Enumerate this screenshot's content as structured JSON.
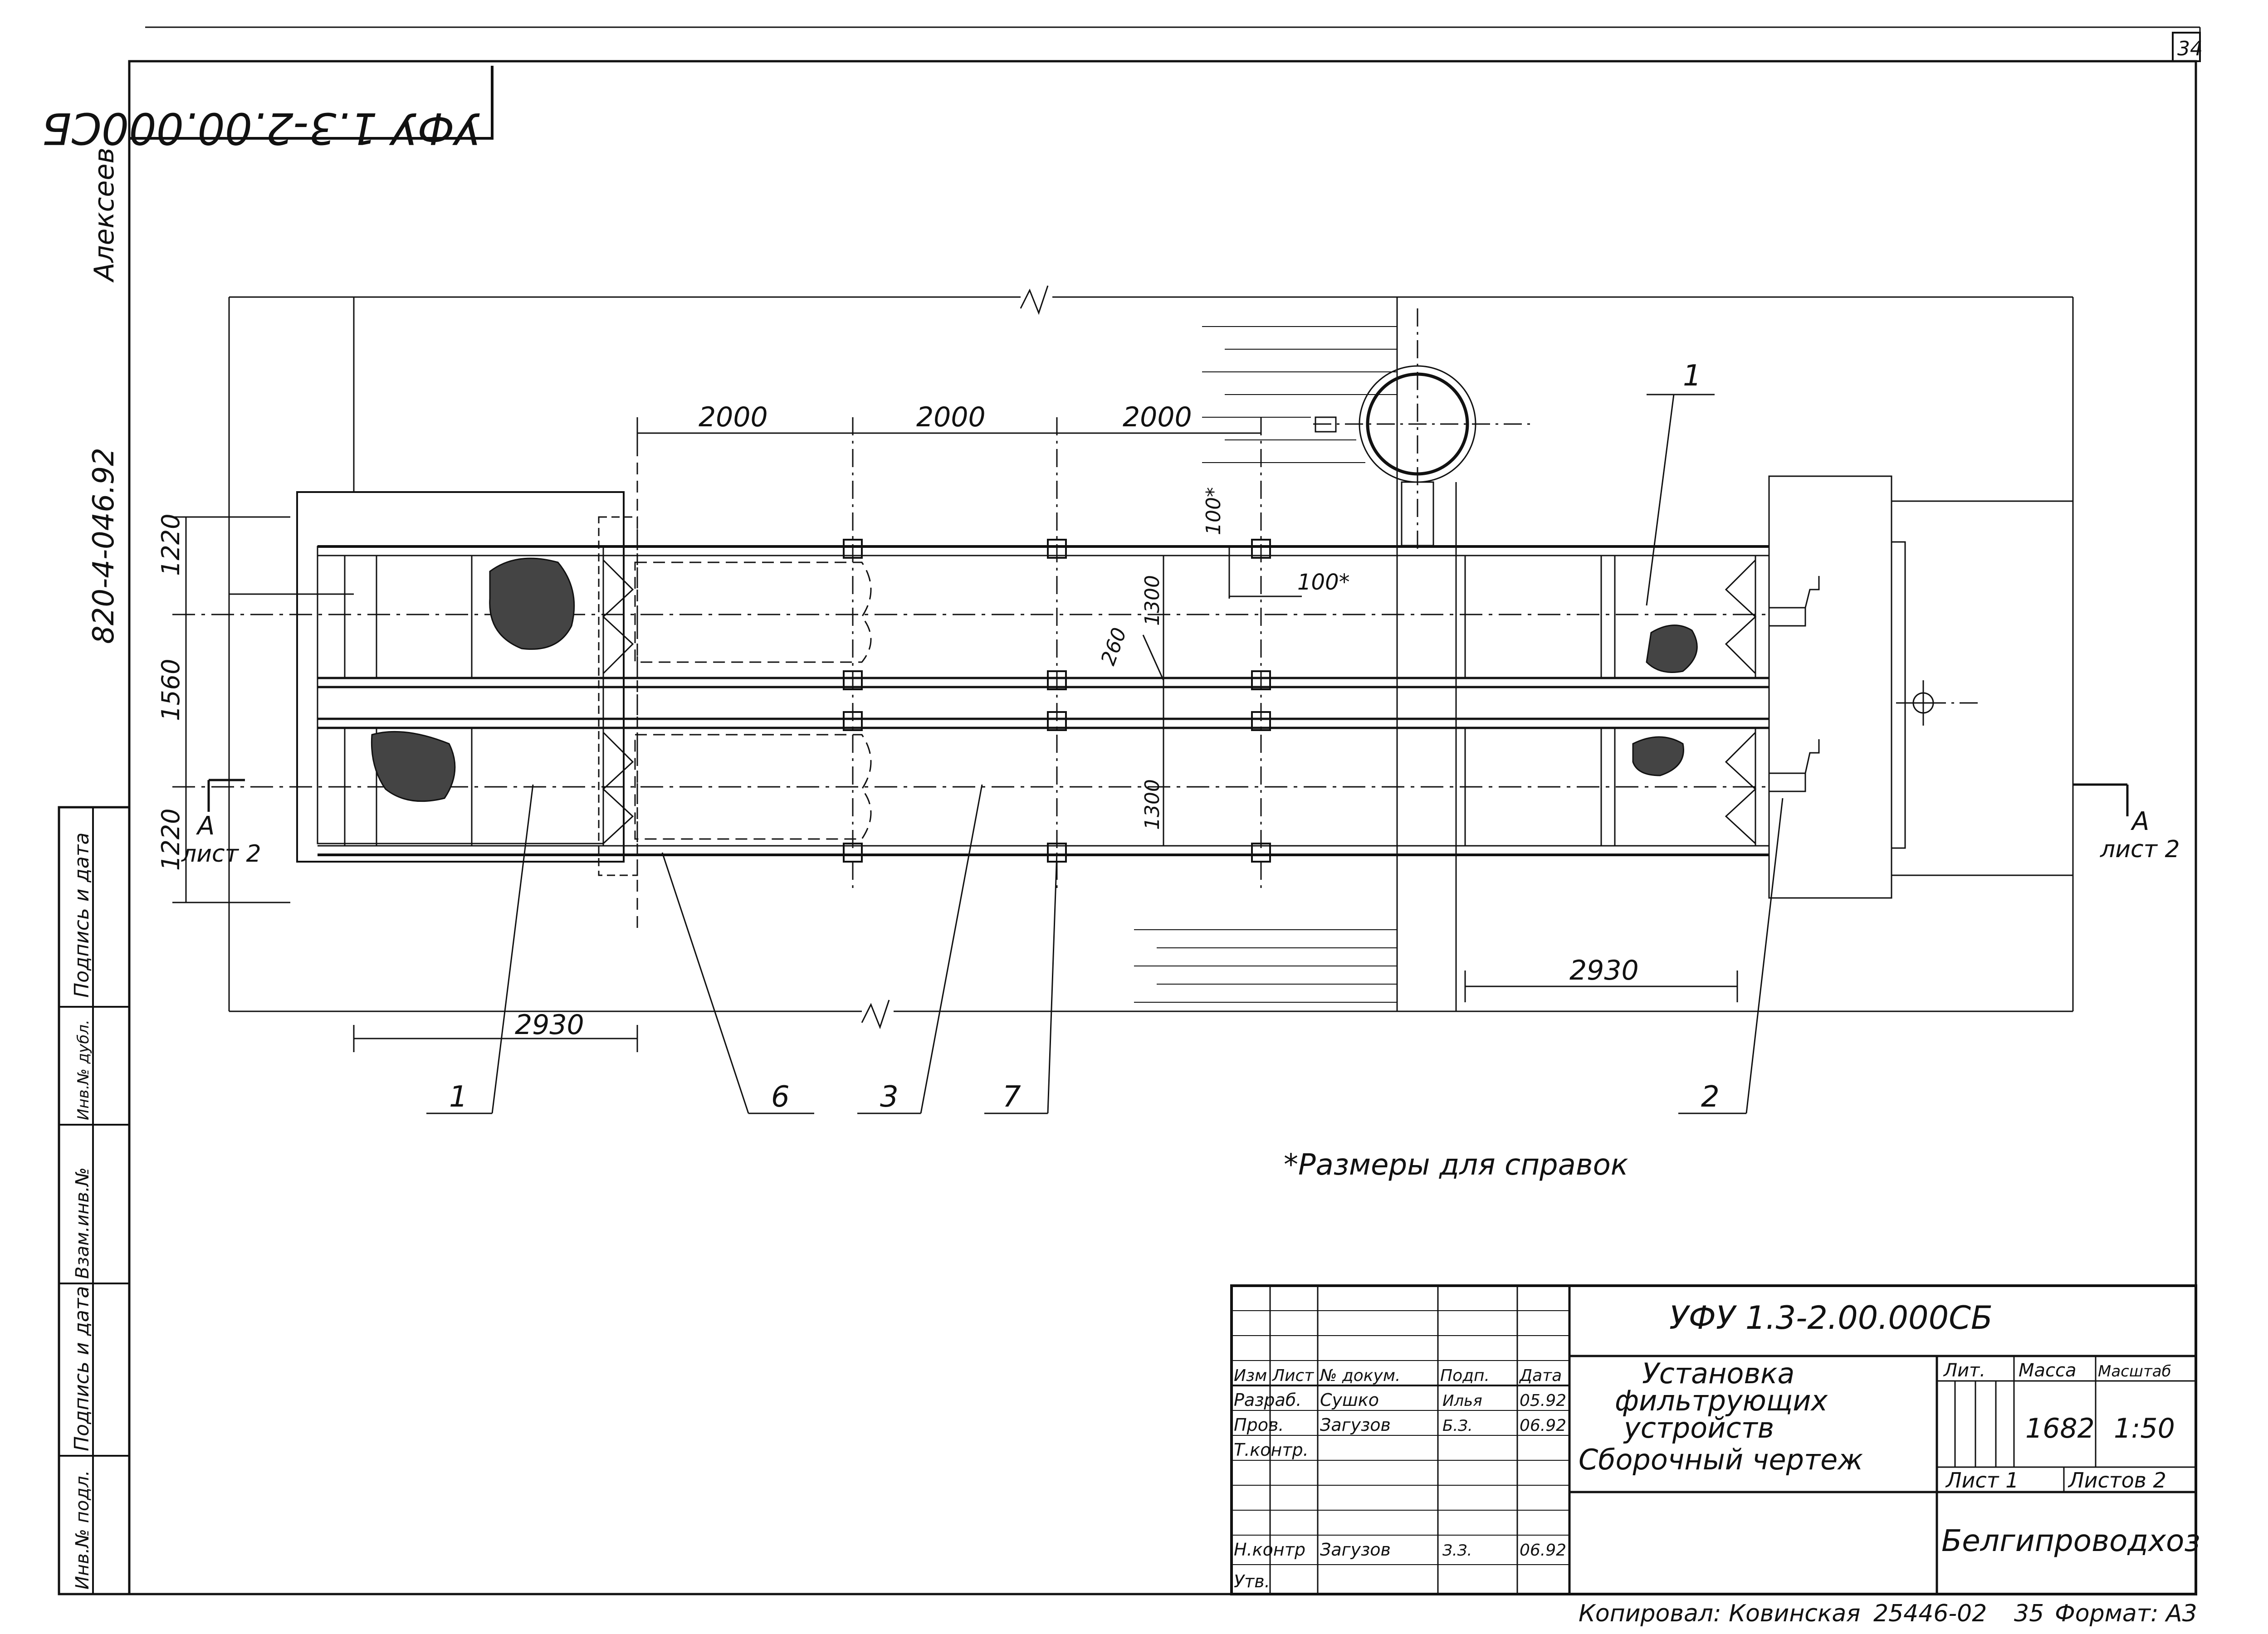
{
  "sheet_number": "34",
  "corner_stamp": "УФУ 1.3-2.00.000СБ",
  "side_doc_number": "820-4-046.92",
  "side_signature": "Алексеев",
  "dimensions": {
    "top": [
      "2000",
      "2000",
      "2000"
    ],
    "left": [
      "1220",
      "1560",
      "1220"
    ],
    "inner": [
      "100*",
      "1300",
      "260",
      "1300",
      "100*"
    ],
    "bottom_left": "2930",
    "bottom_right": "2930"
  },
  "section_marks": {
    "left": {
      "letter": "А",
      "sheet": "лист 2"
    },
    "right": {
      "letter": "А",
      "sheet": "лист 2"
    }
  },
  "callouts": [
    "1",
    "1",
    "6",
    "3",
    "7",
    "2"
  ],
  "note": "*Размеры для справок",
  "left_stamp": [
    "Подпись и дата",
    "Инв.№ дубл.",
    "Взам.инв.№",
    "Подпись и дата",
    "Инв.№ подл."
  ],
  "title_block": {
    "designation": "УФУ 1.3-2.00.000СБ",
    "title_lines": [
      "Установка",
      "фильтрующих",
      "устройств",
      "Сборочный чертеж"
    ],
    "header": {
      "izm": "Изм",
      "list": "Лист",
      "doc": "№ докум.",
      "sign": "Подп.",
      "date": "Дата"
    },
    "rows": [
      {
        "role": "Разраб.",
        "name": "Сушко",
        "sign": "Илья",
        "date": "05.92"
      },
      {
        "role": "Пров.",
        "name": "Загузов",
        "sign": "Б.З.",
        "date": "06.92"
      },
      {
        "role": "Т.контр.",
        "name": "",
        "sign": "",
        "date": ""
      },
      {
        "role": "",
        "name": "",
        "sign": "",
        "date": ""
      },
      {
        "role": "Н.контр",
        "name": "Загузов",
        "sign": "З.З.",
        "date": "06.92"
      },
      {
        "role": "Утв.",
        "name": "",
        "sign": "",
        "date": ""
      }
    ],
    "lit_label": "Лит.",
    "mass_label": "Масса",
    "scale_label": "Масштаб",
    "mass": "1682",
    "scale": "1:50",
    "sheet_label": "Лист 1",
    "sheets_label": "Листов 2",
    "organization": "Белгипроводхоз"
  },
  "footer": {
    "copied": "Копировал: Ковинская",
    "order": "25446-02",
    "number": "35",
    "format": "Формат: А3"
  }
}
